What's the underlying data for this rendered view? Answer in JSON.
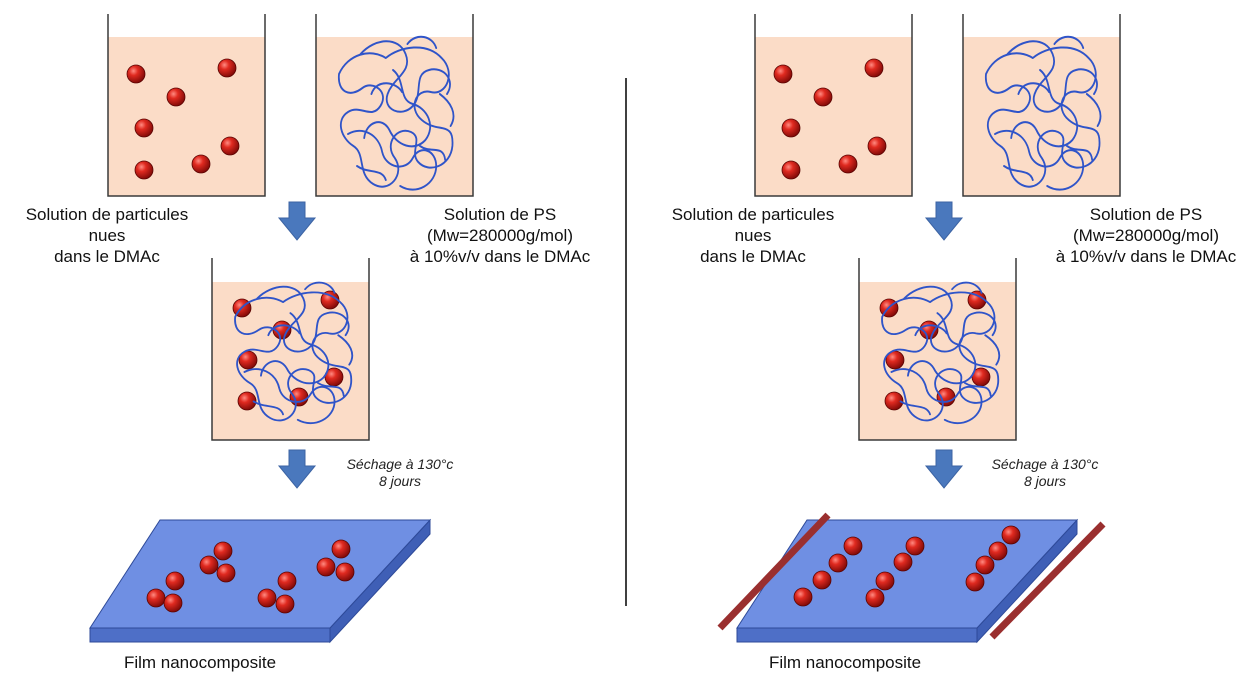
{
  "colors": {
    "solution_fill": "#fbdcc7",
    "container_stroke": "#3a3a3a",
    "polymer_chain": "#2f54c9",
    "particle": "#c0100c",
    "particle_highlight": "#ff8b82",
    "arrow": "#4a78bd",
    "film_top": "#6f8fe3",
    "film_side": "#4e6fc7",
    "electrode": "#9a2f2f",
    "divider": "#000000"
  },
  "icons": [
    "beaker",
    "particle",
    "polymer-coil",
    "down-arrow",
    "film",
    "electrode"
  ],
  "panels": [
    {
      "id": "left",
      "particle_label": [
        "Solution de particules",
        "nues",
        "dans le DMAc"
      ],
      "polymer_label": [
        "Solution de PS",
        "(Mw=280000g/mol)",
        "à 10%v/v dans le DMAc"
      ],
      "drying_label": [
        "Séchage à 130°c",
        "8 jours"
      ],
      "film_label": "Film nanocomposite",
      "film_arrangement": "clusters",
      "electrodes": false
    },
    {
      "id": "right",
      "particle_label": [
        "Solution de particules",
        "nues",
        "dans le DMAc"
      ],
      "polymer_label": [
        "Solution de PS",
        "(Mw=280000g/mol)",
        "à 10%v/v dans le DMAc"
      ],
      "drying_label": [
        "Séchage à 130°c",
        "8 jours"
      ],
      "film_label": "Film nanocomposite",
      "film_arrangement": "aligned chains",
      "electrodes": true
    }
  ]
}
